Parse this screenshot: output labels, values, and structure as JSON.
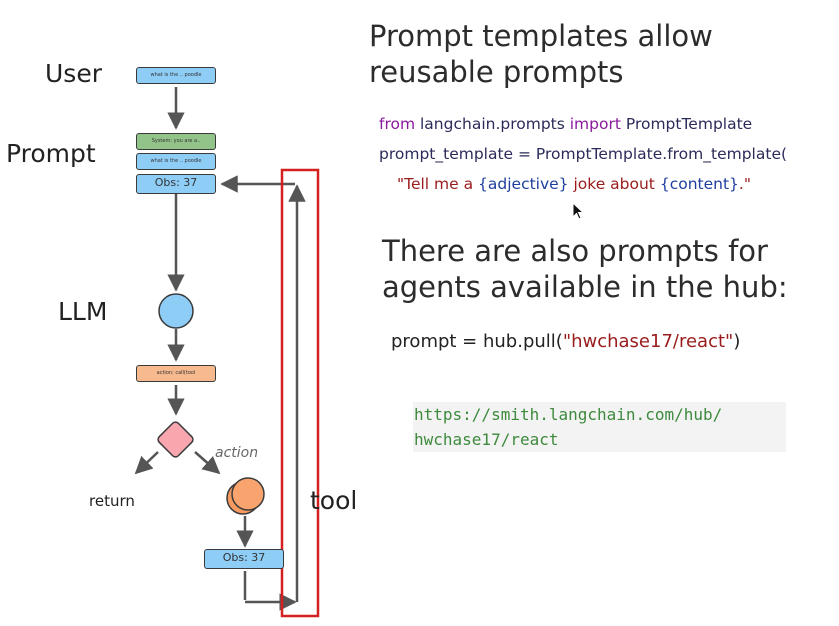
{
  "diagram": {
    "labels": {
      "user": "User",
      "prompt": "Prompt",
      "llm": "LLM",
      "action": "action",
      "return": "return",
      "tool": "tool"
    },
    "boxes": {
      "user_msg": "what is the .. poodle",
      "system_msg": "System: you are a..",
      "prompt_user_msg": "what is the .. poodle",
      "prompt_obs": "Obs: 37",
      "action_call": "action: call(tool",
      "tool_obs": "Obs: 37"
    },
    "colors": {
      "blue": "#8ecdf6",
      "green": "#92c48a",
      "orange": "#f7b98e",
      "pink": "#f7a7ad",
      "tool_circle": "#f79a60",
      "highlight": "#d42020",
      "arrow": "#555555"
    }
  },
  "slide": {
    "heading1_line1": "Prompt templates allow",
    "heading1_line2": "reusable prompts",
    "code1": {
      "kw_from": "from",
      "module": " langchain.prompts ",
      "kw_import": "import",
      "class_name": " PromptTemplate",
      "line2": "prompt_template = PromptTemplate.from_template(",
      "str_part1": "\"Tell me a ",
      "ph_adjective": "{adjective}",
      "str_part2": " joke about ",
      "ph_content": "{content}",
      "str_part3": ".\""
    },
    "heading2_line1": "There are also prompts for",
    "heading2_line2": "agents available in the hub:",
    "code2": {
      "prefix": "prompt = hub.pull(",
      "arg": "\"hwchase17/react\"",
      "suffix": ")"
    },
    "url_line1": "https://smith.langchain.com/hub/",
    "url_line2": "hwchase17/react"
  }
}
